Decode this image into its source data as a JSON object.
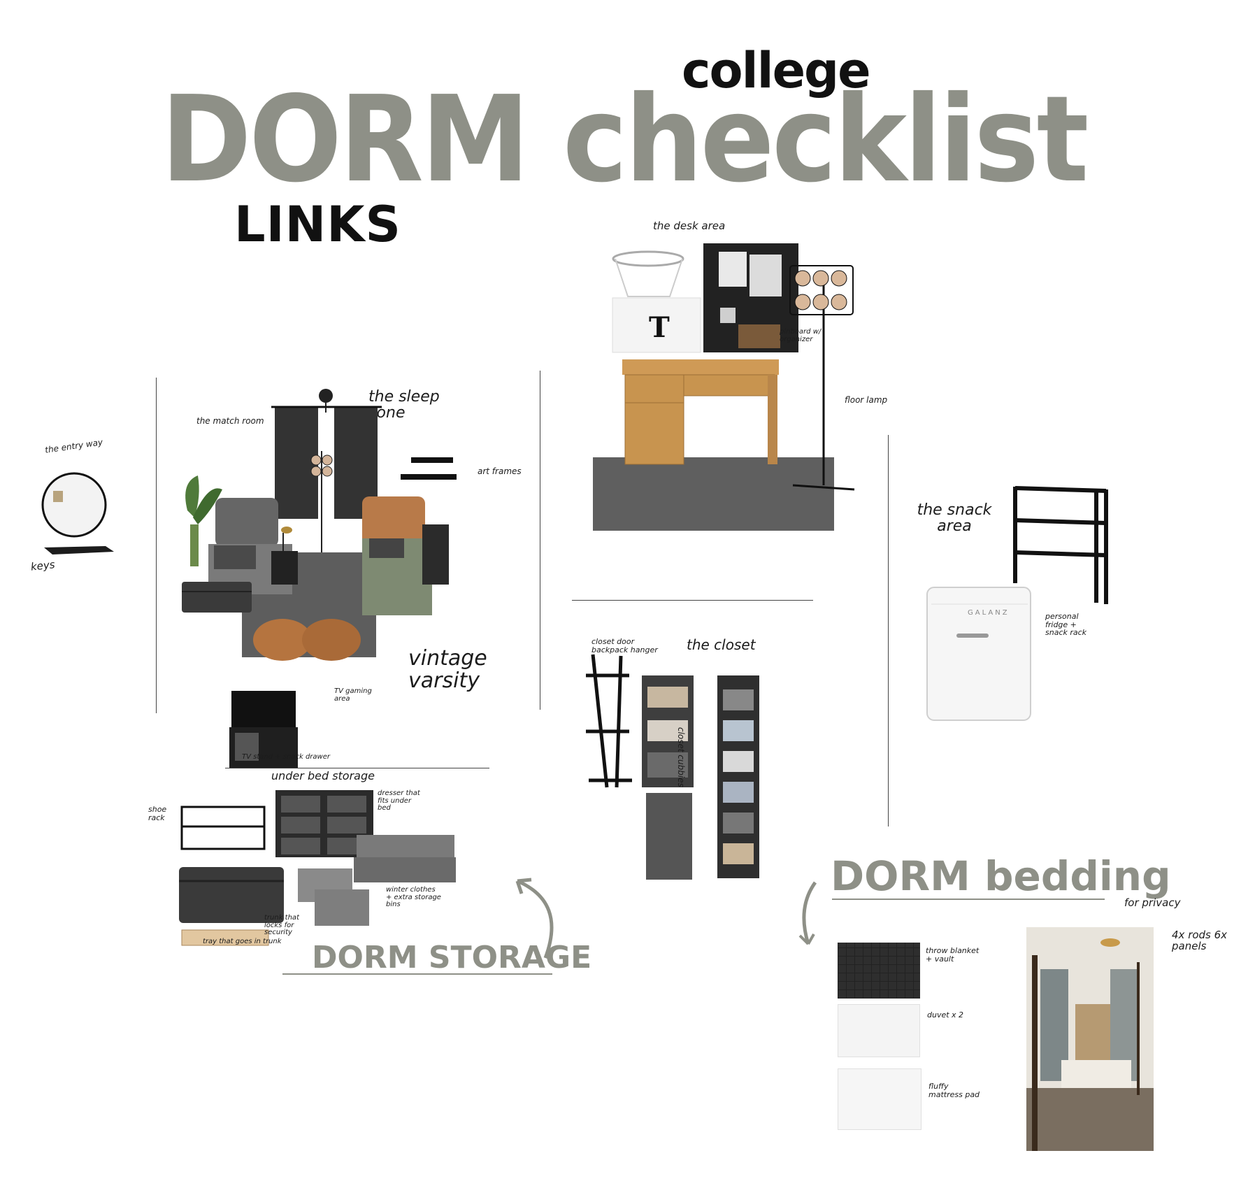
{
  "header": {
    "college": "college",
    "title": "DORM checklist",
    "links": "LINKS"
  },
  "sleep_zone": {
    "heading": "the sleep zone",
    "match_room": "the match room",
    "art_frames": "art frames",
    "style_label": "vintage varsity",
    "tv_gaming": "TV gaming area",
    "tv_stand": "TV stand + snack drawer"
  },
  "entryway": {
    "heading": "the entry way",
    "keys": "keys"
  },
  "desk_area": {
    "heading": "the desk area",
    "pinboard": "pinboard w/ organizer",
    "floor_lamp": "floor lamp"
  },
  "snack_area": {
    "heading": "the snack area",
    "fridge_label": "personal fridge + snack rack",
    "fridge_brand": "GALANZ"
  },
  "closet": {
    "heading": "the closet",
    "door_hanger": "closet door backpack hanger",
    "cubbies": "closet cubbies"
  },
  "storage": {
    "under_bed": "under bed storage",
    "shoe_rack": "shoe rack",
    "dresser_note": "dresser that fits under bed",
    "winter_note": "winter clothes + extra storage bins",
    "trunk_note": "trunk that locks for security",
    "tray_note": "tray that goes in trunk",
    "title": "DORM STORAGE"
  },
  "bedding": {
    "title": "DORM bedding",
    "privacy": "for privacy",
    "rods": "4x rods 6x panels",
    "throw": "throw blanket + vault",
    "duvet": "duvet x 2",
    "mattress_pad": "fluffy mattress pad"
  },
  "colors": {
    "sage": "#8e9087",
    "ink": "#1a1a1a",
    "rug": "#5a5a5a",
    "wood": "#c8944f",
    "leather": "#b87a49"
  }
}
